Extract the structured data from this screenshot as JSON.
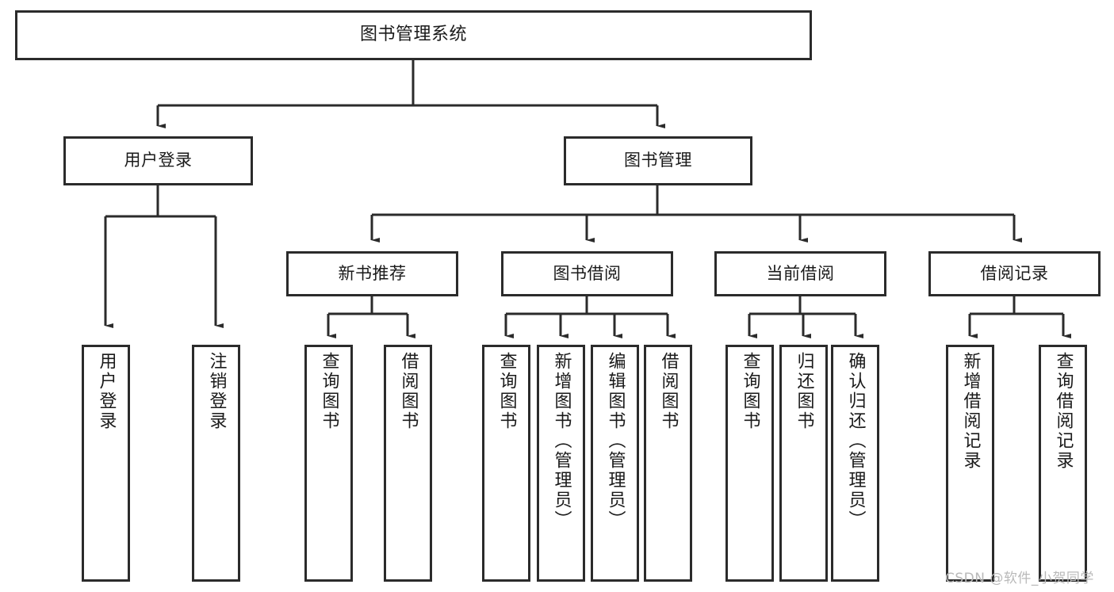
{
  "diagram": {
    "title": "图书管理系统",
    "type": "hierarchy-tree",
    "root": {
      "label": "图书管理系统"
    },
    "level2": [
      {
        "label": "用户登录"
      },
      {
        "label": "图书管理"
      }
    ],
    "level3": [
      {
        "label": "新书推荐"
      },
      {
        "label": "图书借阅"
      },
      {
        "label": "当前借阅"
      },
      {
        "label": "借阅记录"
      }
    ],
    "leaves": {
      "user_login": [
        {
          "label": "用户登录"
        },
        {
          "label": "注销登录"
        }
      ],
      "new_book_recommend": [
        {
          "label": "查询图书"
        },
        {
          "label": "借阅图书"
        }
      ],
      "book_borrow": [
        {
          "label": "查询图书"
        },
        {
          "label": "新增图书（管理员）"
        },
        {
          "label": "编辑图书（管理员）"
        },
        {
          "label": "借阅图书"
        }
      ],
      "current_borrow": [
        {
          "label": "查询图书"
        },
        {
          "label": "归还图书"
        },
        {
          "label": "确认归还（管理员）"
        }
      ],
      "borrow_records": [
        {
          "label": "新增借阅记录"
        },
        {
          "label": "查询借阅记录"
        }
      ]
    }
  },
  "watermark": {
    "text": "CSDN @软件_小贺同学"
  },
  "colors": {
    "stroke": "#2b2b2b",
    "fill": "#ffffff",
    "text": "#1a1a1a",
    "watermark": "#b9b9b9"
  }
}
